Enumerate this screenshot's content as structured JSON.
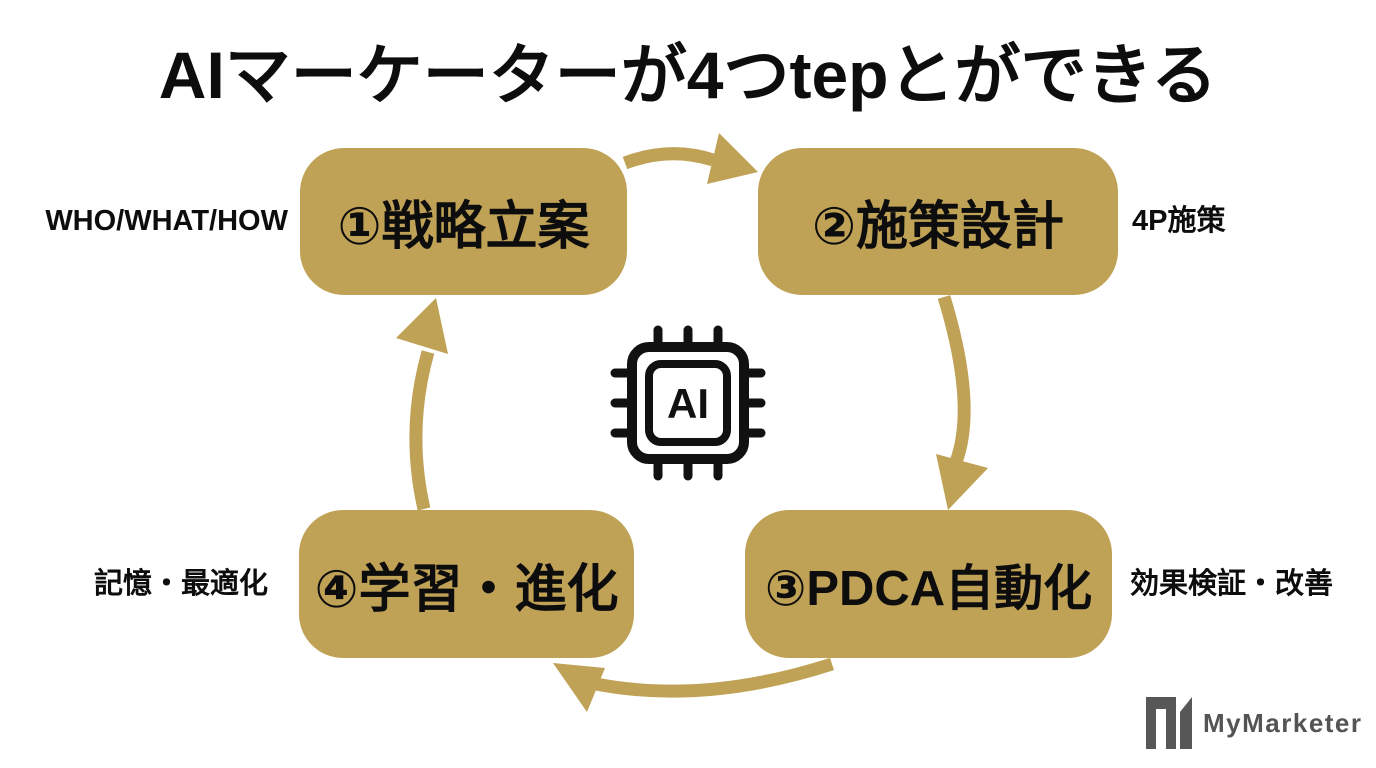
{
  "title": "AIマーケーターが4つtepとができる",
  "steps": [
    {
      "label": "①戦略立案",
      "side_note": "WHO/WHAT/HOW"
    },
    {
      "label": "②施策設計",
      "side_note": "4P施策"
    },
    {
      "label": "③PDCA自動化",
      "side_note": "効果検証・改善"
    },
    {
      "label": "④学習・進化",
      "side_note": "記憶・最適化"
    }
  ],
  "center_icon": {
    "label": "AI"
  },
  "logo": {
    "text": "MyMarketer"
  },
  "colors": {
    "gold": "#bfa256",
    "text_black": "#0d0d0d",
    "logo_gray": "#575757",
    "background": "#ffffff"
  }
}
